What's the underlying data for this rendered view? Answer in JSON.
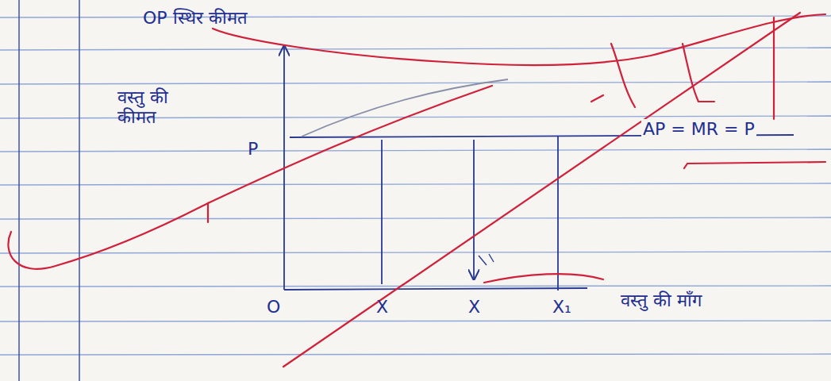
{
  "diagram": {
    "labels": [
      "OP स्थिर कीमत",
      "वस्तु की कीमत",
      "P",
      "AP = MR = P",
      "O",
      "X",
      "X",
      "X₁",
      "वस्तु की माँग"
    ]
  }
}
